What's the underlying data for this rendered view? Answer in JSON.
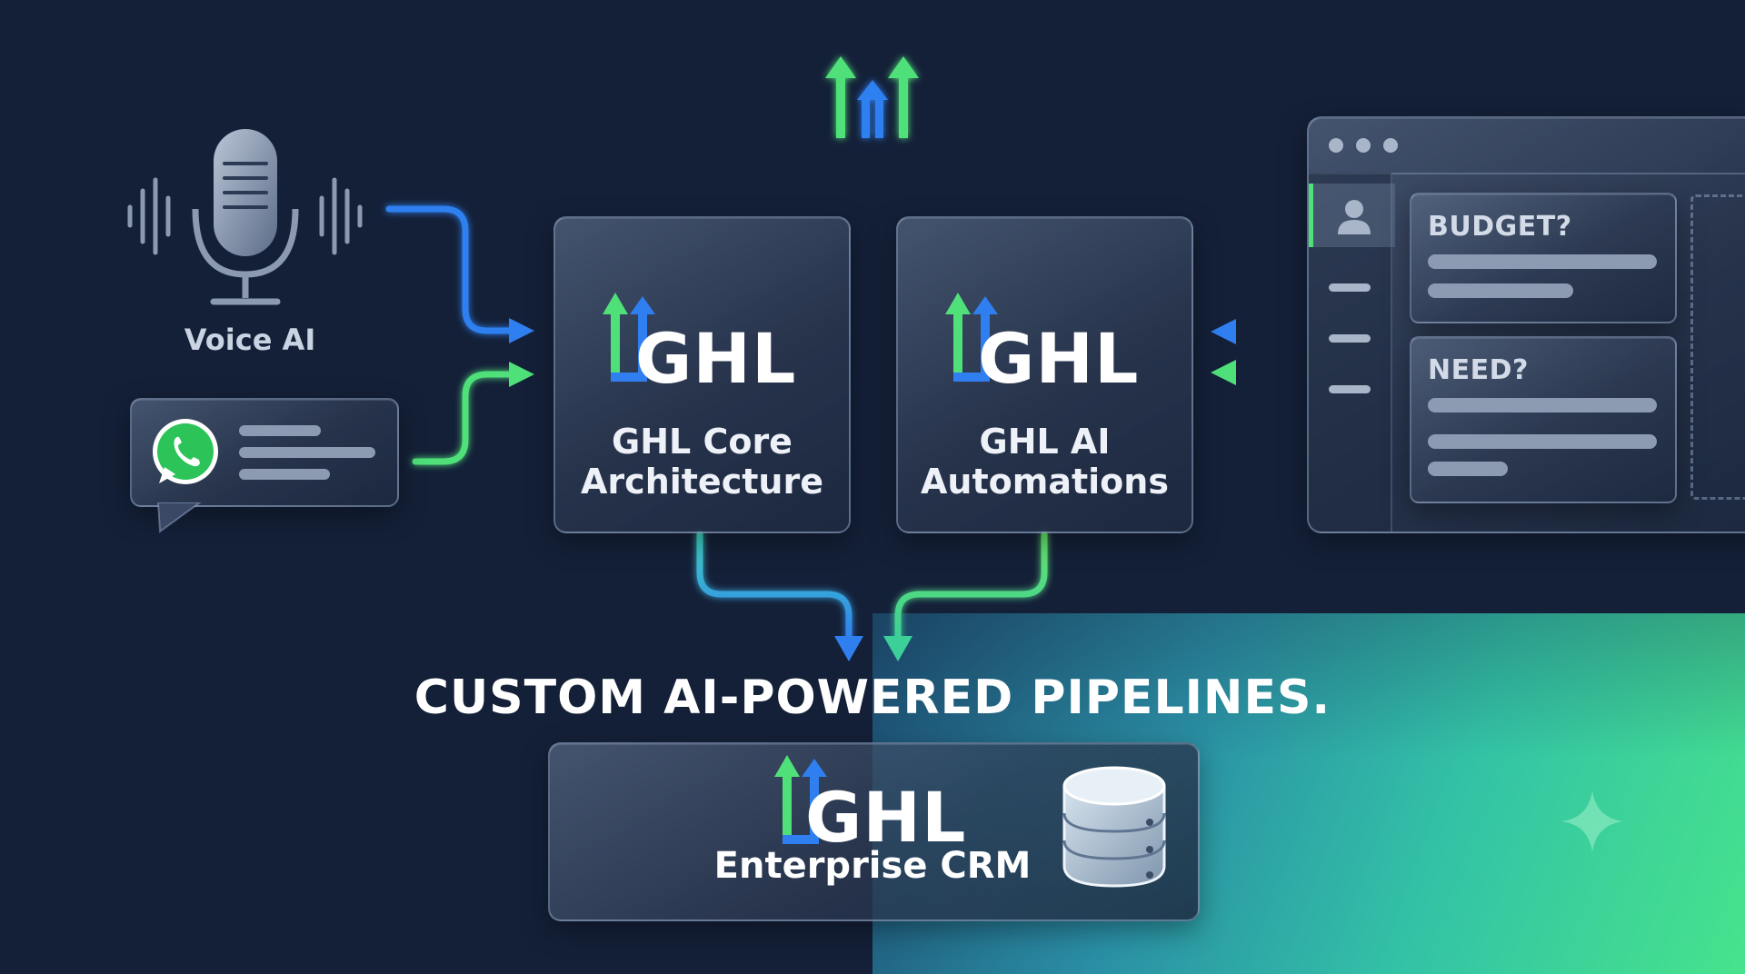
{
  "voice": {
    "label": "Voice AI"
  },
  "core": {
    "logo": "GHL",
    "title_line1": "GHL Core",
    "title_line2": "Architecture"
  },
  "automations": {
    "logo": "GHL",
    "title_line1": "GHL AI",
    "title_line2": "Automations"
  },
  "form_window": {
    "card1_title": "BUDGET?",
    "card2_title": "NEED?"
  },
  "headline": "CUSTOM AI-POWERED PIPELINES.",
  "crm": {
    "logo": "GHL",
    "label": "Enterprise CRM"
  },
  "icons": [
    "microphone-icon",
    "whatsapp-icon",
    "ghl-logo-icon",
    "database-icon",
    "sparkle-icon",
    "user-avatar-icon"
  ],
  "colors": {
    "background": "#142038",
    "blue": "#2f7ff0",
    "green": "#4fe07a",
    "teal": "#35c4b0"
  }
}
